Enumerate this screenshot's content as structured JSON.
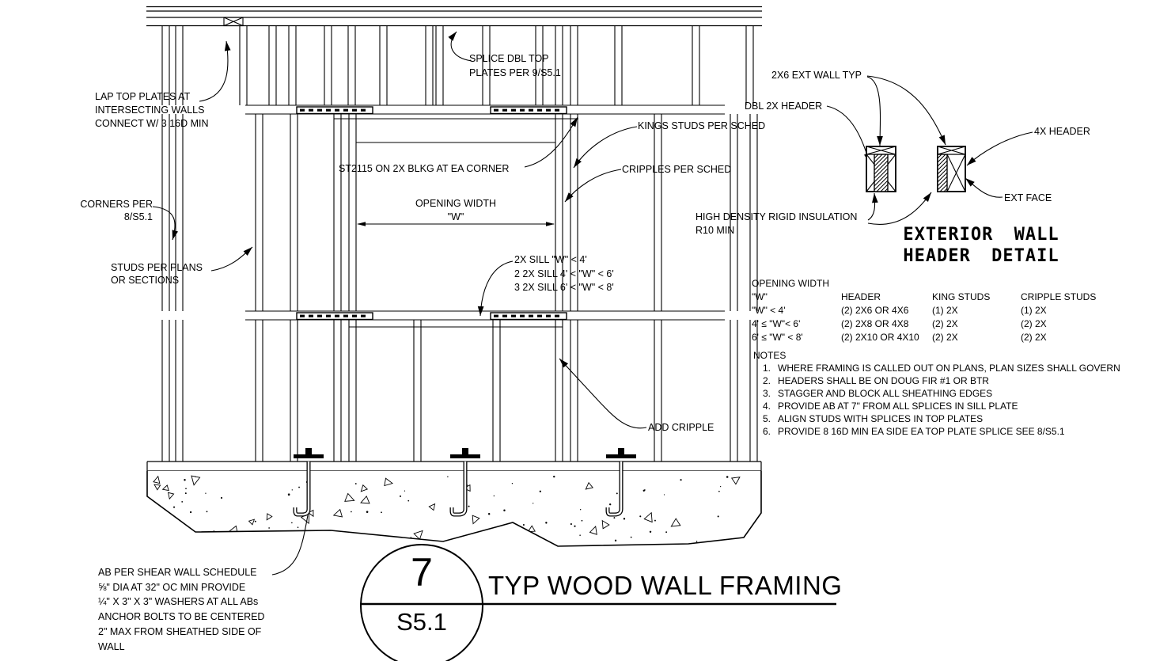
{
  "framing": {
    "splice": [
      "SPLICE DBL TOP",
      "PLATES PER 9/S5.1"
    ],
    "lap": [
      "LAP TOP PLATES AT",
      "INTERSECTING WALLS",
      "CONNECT W/ 3 16D MIN"
    ],
    "corners": [
      "CORNERS PER",
      "8/S5.1"
    ],
    "studs": [
      "STUDS PER PLANS",
      "OR SECTIONS"
    ],
    "st2115": "ST2115 ON 2X BLKG AT EA CORNER",
    "kings": "KINGS STUDS PER SCHED",
    "cripples": "CRIPPLES PER SCHED",
    "opening": [
      "OPENING WIDTH",
      "\"W\""
    ],
    "sill": [
      "2X SILL \"W\" < 4'",
      "2 2X SILL 4' < \"W\" < 6'",
      "3 2X SILL 6' < \"W\" < 8'"
    ],
    "add_cripple": "ADD CRIPPLE",
    "ab": [
      "AB PER SHEAR WALL SCHEDULE",
      "⅝\" DIA AT 32\" OC MIN PROVIDE",
      "¼\" X 3\" X 3\" WASHERS AT ALL ABs",
      "ANCHOR BOLTS TO BE CENTERED",
      "2\" MAX FROM SHEATHED SIDE OF",
      "WALL"
    ]
  },
  "header_detail": {
    "wall_typ": "2X6 EXT WALL TYP",
    "dbl_header": "DBL 2X HEADER",
    "four_x_header": "4X HEADER",
    "ext_face": "EXT FACE",
    "insulation": [
      "HIGH DENSITY RIGID INSULATION",
      "R10 MIN"
    ],
    "title": [
      "EXTERIOR WALL",
      "HEADER DETAIL"
    ]
  },
  "schedule": {
    "caption": "OPENING WIDTH",
    "headers": [
      "\"W\"",
      "HEADER",
      "KING STUDS",
      "CRIPPLE STUDS"
    ],
    "rows": [
      [
        "\"W\" < 4'",
        "(2) 2X6 OR 4X6",
        "(1) 2X",
        "(1) 2X"
      ],
      [
        "4' ≤  \"W\"< 6'",
        "(2) 2X8 OR 4X8",
        "(2) 2X",
        "(2) 2X"
      ],
      [
        "6' ≤  \"W\" < 8'",
        "(2) 2X10 OR 4X10",
        "(2) 2X",
        "(2) 2X"
      ]
    ]
  },
  "notes": {
    "title": "NOTES",
    "items": [
      {
        "num": "1.",
        "text": "WHERE FRAMING IS CALLED OUT ON PLANS, PLAN SIZES SHALL GOVERN"
      },
      {
        "num": "2.",
        "text": "HEADERS SHALL BE ON DOUG FIR #1 OR BTR"
      },
      {
        "num": "3.",
        "text": "STAGGER AND BLOCK ALL SHEATHING EDGES"
      },
      {
        "num": "4.",
        "text": "PROVIDE AB AT 7\" FROM ALL SPLICES IN SILL PLATE"
      },
      {
        "num": "5.",
        "text": "ALIGN STUDS WITH SPLICES IN TOP PLATES"
      },
      {
        "num": "6.",
        "text": "PROVIDE 8 16D MIN EA SIDE EA TOP PLATE SPLICE SEE 8/S5.1"
      }
    ]
  },
  "callout": {
    "number": "7",
    "sheet": "S5.1",
    "title": "TYP WOOD WALL FRAMING"
  },
  "colors": {
    "ink": "#000000",
    "paper": "#ffffff"
  }
}
